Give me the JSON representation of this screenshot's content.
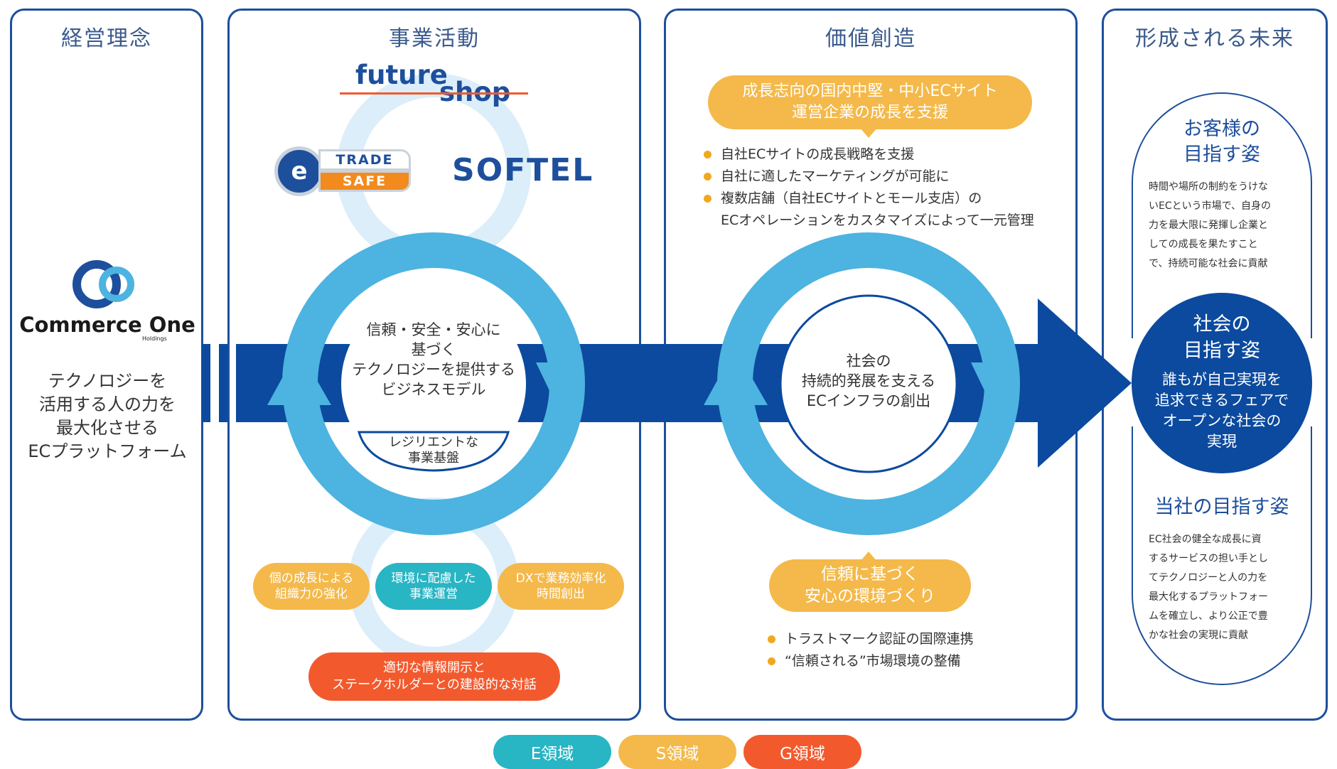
{
  "columns": {
    "philosophy": {
      "title": "経営理念"
    },
    "business": {
      "title": "事業活動"
    },
    "value": {
      "title": "価値創造"
    },
    "future": {
      "title": "形成される未来"
    }
  },
  "philosophy": {
    "logo_text": "Commerce One",
    "logo_subtext": "Holdings",
    "text": "テクノロジーを\n活用する人の力を\n最大化させる\nECプラットフォーム"
  },
  "business": {
    "logos": {
      "futureshop_a": "future",
      "futureshop_b": "shop",
      "tradesafe_a": "TRADE",
      "tradesafe_b": "SAFE",
      "softel": "SOFTEL"
    },
    "ring_text": "信頼・安全・安心に\n基づく\nテクノロジーを提供する\nビジネスモデル",
    "base_text": "レジリエントな\n事業基盤",
    "pills": [
      {
        "text": "個の成長による\n組織力の強化",
        "color": "#f4b94a"
      },
      {
        "text": "環境に配慮した\n事業運営",
        "color": "#28b5c4"
      },
      {
        "text": "DXで業務効率化\n時間創出",
        "color": "#f4b94a"
      }
    ],
    "governance_pill": "適切な情報開示と\nステークホルダーとの建設的な対話"
  },
  "value": {
    "top_pill": "成長志向の国内中堅・中小ECサイト\n運営企業の成長を支援",
    "top_bullets": [
      "自社ECサイトの成長戦略を支援",
      "自社に適したマーケティングが可能に",
      "複数店舗（自社ECサイトとモール支店）の\nECオペレーションをカスタマイズによって一元管理"
    ],
    "ring_text": "社会の\n持続的発展を支える\nECインフラの創出",
    "bottom_pill": "信頼に基づく\n安心の環境づくり",
    "bottom_bullets": [
      "トラストマーク認証の国際連携",
      "“信頼される”市場環境の整備"
    ]
  },
  "future": {
    "customer_title": "お客様の\n目指す姿",
    "customer_text": "時間や場所の制約をうけな\nいECという市場で、自身の\n力を最大限に発揮し企業と\nしての成長を果たすこと\nで、持続可能な社会に貢献",
    "society_title": "社会の\n目指す姿",
    "society_text": "誰もが自己実現を\n追求できるフェアで\nオープンな社会の\n実現",
    "company_title": "当社の目指す姿",
    "company_text": "EC社会の健全な成長に資\nするサービスの担い手とし\nてテクノロジーと人の力を\n最大化するプラットフォー\nムを確立し、より公正で豊\nかな社会の実現に貢献"
  },
  "legend": [
    {
      "label": "E領域",
      "color": "#28b5c4"
    },
    {
      "label": "S領域",
      "color": "#f4b94a"
    },
    {
      "label": "G領域",
      "color": "#f25a2e"
    }
  ],
  "colors": {
    "navy": "#0b4a9e",
    "ring": "#4db3e0",
    "ring_light": "#dbeef9",
    "border": "#1d4f9c"
  }
}
